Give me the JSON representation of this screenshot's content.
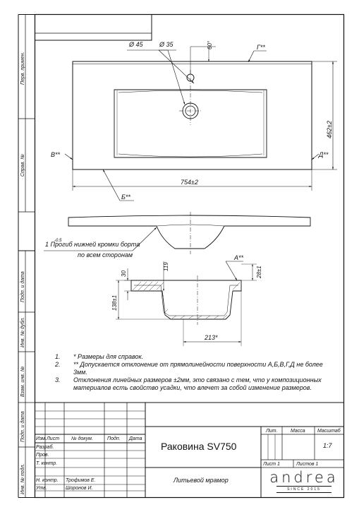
{
  "left_strip": {
    "perv_primen": "Перв. примен.",
    "sprav_no": "Справ. №",
    "podp_data_1": "Подп. и дата",
    "inv_dubl": "Инв. № дубл.",
    "vzam_inv": "Взам. инв. №",
    "podp_data_2": "Подп. и дата",
    "inv_podl": "Инв. № подл."
  },
  "drawing": {
    "dim_d45": "Ø 45",
    "dim_d35": "Ø 35",
    "dim_60": "60°",
    "label_g": "Г**",
    "label_v": "В**",
    "label_d": "Д**",
    "label_b": "Б**",
    "label_a": "А**",
    "dim_462": "462±2",
    "dim_754": "754±2",
    "dim_30": "30",
    "dim_119": "119",
    "dim_138": "138±1",
    "dim_28": "28±1",
    "dim_213": "213*",
    "bend_sup": "-0.5",
    "bend_text_1": "1   Прогиб нижней кромки борта",
    "bend_text_2": "по всем сторонам"
  },
  "notes": [
    {
      "num": "1.",
      "text": "*  Размеры для справок."
    },
    {
      "num": "2.",
      "text": "**  Допускается отклонение от прямолинейности поверхности А,Б,В,Г,Д не более 3мм."
    },
    {
      "num": "3.",
      "text": "Отклонения линейных размеров ±2мм, это связано с тем, что у композиционных материалов есть свойство усадки, что влечет за собой изменение размеров."
    }
  ],
  "title_block": {
    "h_izm": "Изм.",
    "h_list": "Лист",
    "h_dokum": "№ докум.",
    "h_podp": "Подп.",
    "h_data": "Дата",
    "r_razrab": "Разраб.",
    "r_prov": "Пров.",
    "r_tkontr": "Т. контр.",
    "r_nkontr": "Н. контр.",
    "r_utv": "Утв.",
    "name_nkontr": "Трофимов Е.",
    "name_utv": "Шоронов И.",
    "product_name": "Раковина SV750",
    "material": "Литьевой мрамор",
    "h_lit": "Лит.",
    "h_massa": "Масса",
    "h_masshtab": "Масштаб",
    "scale": "1:7",
    "sheet": "Лист 1",
    "sheets": "Листов 1",
    "brand": "andrea",
    "brand_since": "SINCE 2015"
  }
}
